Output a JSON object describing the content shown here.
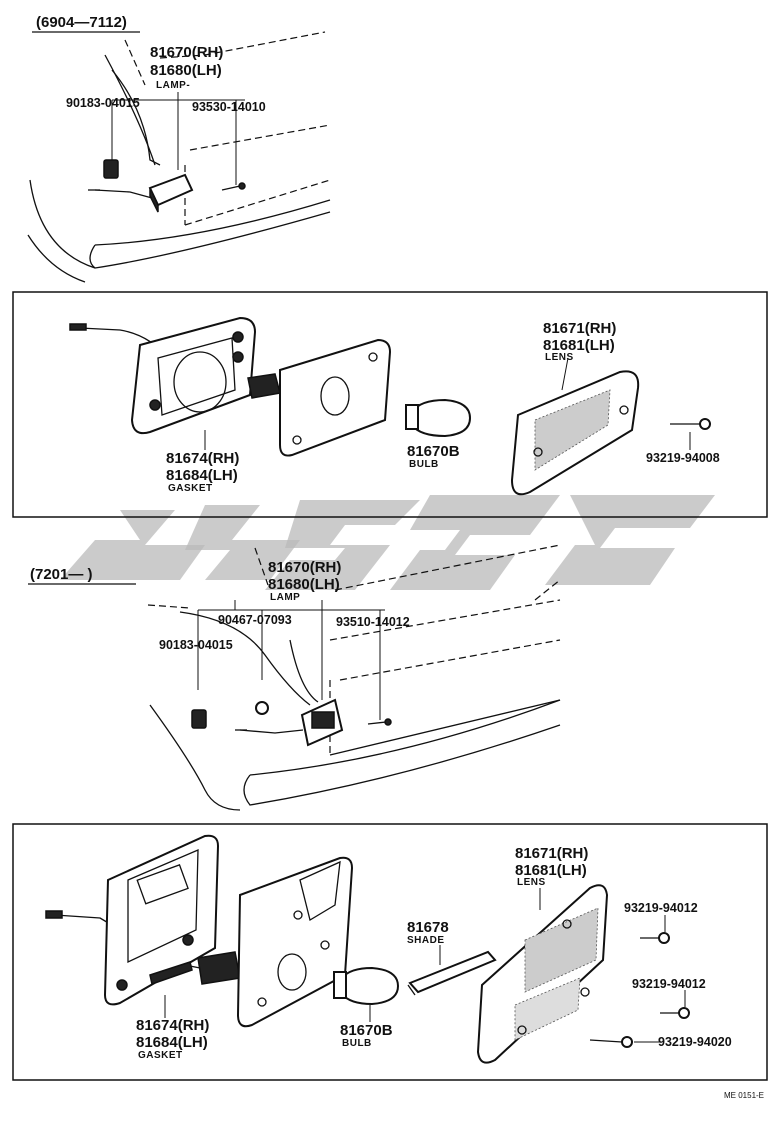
{
  "top_section": {
    "range": "(6904—7112)",
    "lamp_rh": "81670(RH)",
    "lamp_lh": "81680(LH)",
    "lamp_name": "LAMP-",
    "clip": "90183-04015",
    "screw": "93530-14010"
  },
  "box1": {
    "lens_rh": "81671(RH)",
    "lens_lh": "81681(LH)",
    "lens_name": "LENS",
    "gasket_rh": "81674(RH)",
    "gasket_lh": "81684(LH)",
    "gasket_name": "GASKET",
    "bulb_no": "81670B",
    "bulb_name": "BULB",
    "screw": "93219-94008"
  },
  "bottom_section": {
    "range": "(7201—     )",
    "lamp_rh": "81670(RH)",
    "lamp_lh": "81680(LH)",
    "lamp_name": "LAMP",
    "nut": "90467-07093",
    "screw": "93510-14012",
    "clip": "90183-04015"
  },
  "box2": {
    "lens_rh": "81671(RH)",
    "lens_lh": "81681(LH)",
    "lens_name": "LENS",
    "shade_no": "81678",
    "shade_name": "SHADE",
    "screw_a": "93219-94012",
    "screw_b": "93219-94012",
    "screw_c": "93219-94020",
    "gasket_rh": "81674(RH)",
    "gasket_lh": "81684(LH)",
    "gasket_name": "GASKET",
    "bulb_no": "81670B",
    "bulb_name": "BULB"
  },
  "footer": {
    "code": "ME 0151-E"
  }
}
